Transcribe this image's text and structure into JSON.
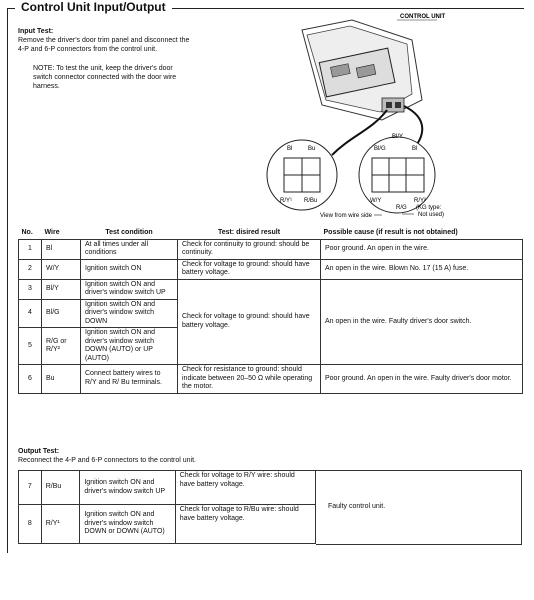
{
  "title": "Control Unit Input/Output",
  "input_test": {
    "heading": "Input Test:",
    "text1": "Remove the driver's door trim panel and disconnect the",
    "text2": "4-P and 6-P connectors from the control unit.",
    "note1": "NOTE: To test the unit, keep the driver's door",
    "note2": "switch connector connected with the door wire",
    "note3": "harness."
  },
  "diagram": {
    "control_unit": "CONTROL UNIT",
    "left_top": [
      "Bl",
      "Bu"
    ],
    "left_bottom": [
      "R/Y¹",
      "R/Bu"
    ],
    "right_top": [
      "Bl/Y"
    ],
    "right_top2": [
      "Bl/G",
      "Bl"
    ],
    "right_bottom": [
      "W/Y",
      "R/Y²"
    ],
    "right_bottom2": [
      "R/G"
    ],
    "kg_note1": "(KG type:",
    "kg_note2": "Not used)",
    "view": "View from wire side"
  },
  "table_headers": {
    "no": "No.",
    "wire": "Wire",
    "condition": "Test condition",
    "result": "Test: disired result",
    "cause": "Possible cause (if result is not obtained)"
  },
  "input_rows": [
    {
      "no": "1",
      "wire": "Bl",
      "cond": "At all times under all conditions",
      "result": "Check for continuity to ground: should be continuity.",
      "cause": "Poor ground. An open in the wire."
    },
    {
      "no": "2",
      "wire": "W/Y",
      "cond": "Ignition switch ON",
      "result": "Check for voltage to ground: should have battery voltage.",
      "cause": "An open in the wire. Blown No. 17 (15 A) fuse."
    },
    {
      "no": "3",
      "wire": "Bl/Y",
      "cond": "Ignition switch ON and driver's window switch UP"
    },
    {
      "no": "4",
      "wire": "Bl/G",
      "cond": "Ignition switch ON and driver's window switch DOWN"
    },
    {
      "no": "5",
      "wire": "R/G or R/Y²",
      "cond": "Ignition switch ON and driver's window switch DOWN (AUTO) or UP (AUTO)"
    },
    {
      "no": "6",
      "wire": "Bu",
      "cond": "Connect battery wires to R/Y and R/ Bu terminals.",
      "result": "Check for resistance to ground: should indicate between 20–50 Ω while operating the motor.",
      "cause": "Poor ground. An open in the wire. Faulty driver's door motor."
    }
  ],
  "merged_result": "Check for voltage to ground: should have battery voltage.",
  "merged_cause": "An open in the wire. Faulty driver's door switch.",
  "output_test": {
    "heading": "Output Test:",
    "text": "Reconnect the 4-P and 6-P connectors to the control unit."
  },
  "output_rows": [
    {
      "no": "7",
      "wire": "R/Bu",
      "cond": "Ignition switch ON and driver's window switch UP",
      "result": "Check for voltage to R/Y wire: should have battery voltage."
    },
    {
      "no": "8",
      "wire": "R/Y¹",
      "cond": "Ignition switch ON and driver's window switch DOWN or DOWN (AUTO)",
      "result": "Check for voltage to R/Bu wire: should have battery voltage."
    }
  ],
  "output_cause": "Faulty control unit."
}
